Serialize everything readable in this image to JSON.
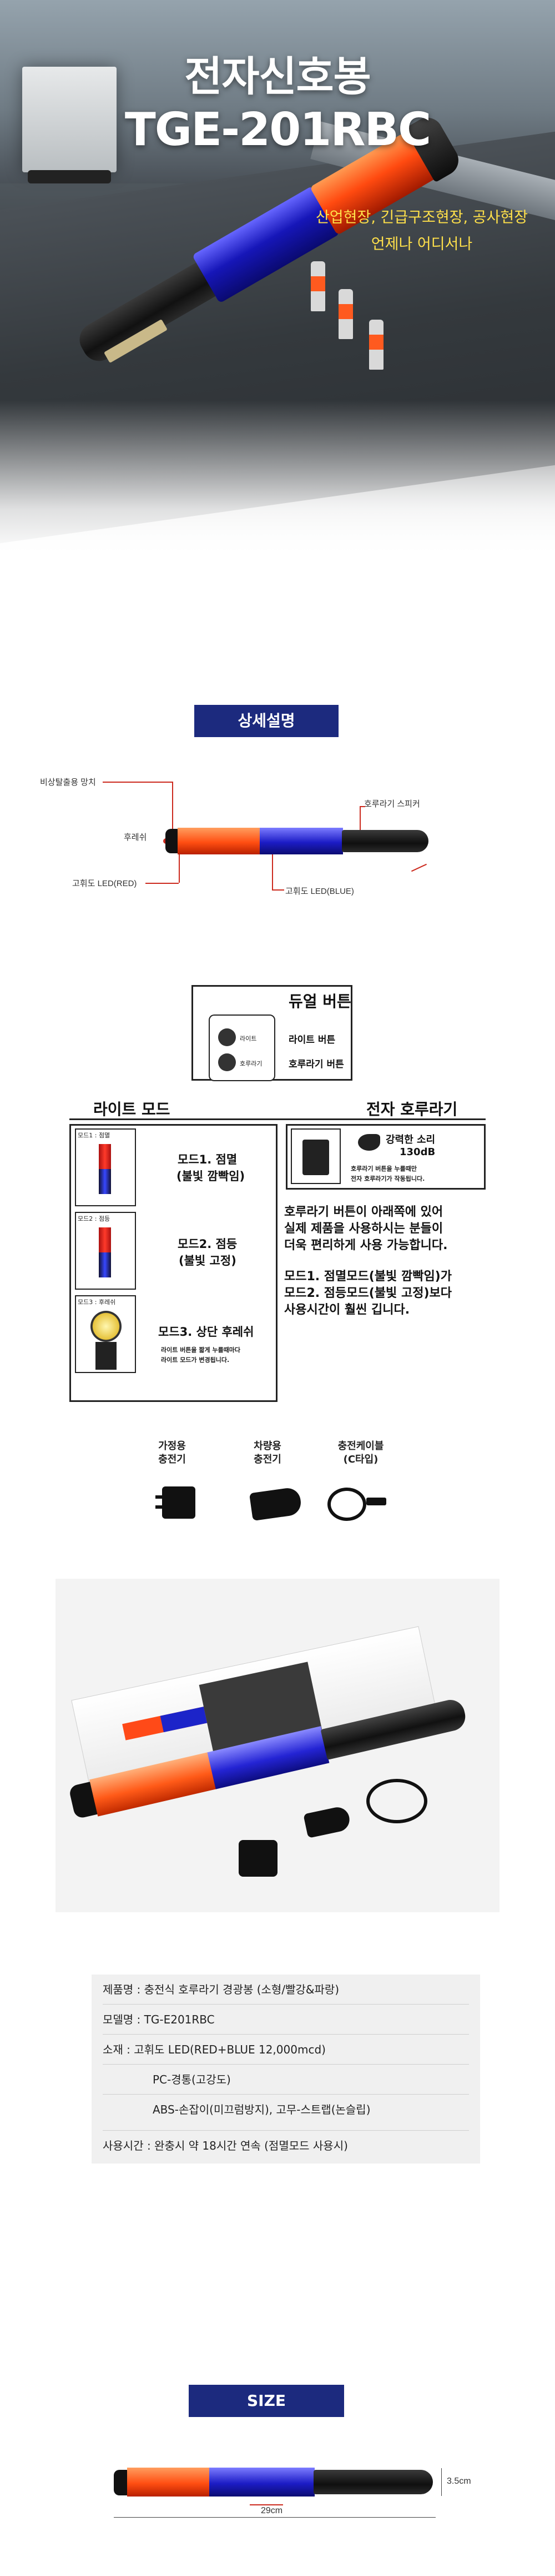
{
  "hero": {
    "title": "전자신호봉",
    "model": "TGE-201RBC",
    "subtitle_line1": "산업현장, 긴급구조현장, 공사현장",
    "subtitle_line2": "언제나 어디서나"
  },
  "section_detail": {
    "label": "상세설명"
  },
  "parts": {
    "emergency_tool": "비상탈출용 망치",
    "flashlight": "후레쉬",
    "led_red": "고휘도 LED(RED)",
    "whistle_speaker": "호루라기 스피커",
    "led_blue": "고휘도 LED(BLUE)"
  },
  "features": {
    "dual_button_title": "듀얼 버튼",
    "light_button_small": "라이트",
    "whistle_button_small": "호루라기",
    "light_button": "라이트 버튼",
    "whistle_button": "호루라기 버튼",
    "light_mode_title": "라이트 모드",
    "whistle_title": "전자 호루라기",
    "mode1_tag": "모드1 : 점멸",
    "mode2_tag": "모드2 : 점등",
    "mode3_tag": "모드3 : 후레쉬",
    "mode1_title": "모드1. 점멸",
    "mode1_desc": "(불빛 깜빡임)",
    "mode2_title": "모드2. 점등",
    "mode2_desc": "(불빛 고정)",
    "mode3_title": "모드3. 상단 후레쉬",
    "mode3_note_line1": "라이트 버튼을 짧게 누를때마다",
    "mode3_note_line2": "라이트 모드가 변경됩니다.",
    "sound_line1": "강력한 소리",
    "sound_line2": "130dB",
    "whistle_note_line1": "호루라기 버튼을 누를때만",
    "whistle_note_line2": "전자 호루라기가 작동됩니다.",
    "desc1_line1": "호루라기 버튼이 아래쪽에 있어",
    "desc1_line2": "실제 제품을 사용하시는 분들이",
    "desc1_line3": "더욱 편리하게 사용 가능합니다.",
    "desc2_line1": "모드1. 점멸모드(불빛 깜빡임)가",
    "desc2_line2": "모드2. 점등모드(불빛 고정)보다",
    "desc2_line3": "사용시간이 훨씬 깁니다."
  },
  "accessories": [
    {
      "line1": "가정용",
      "line2": "충전기"
    },
    {
      "line1": "차량용",
      "line2": "충전기"
    },
    {
      "line1": "충전케이블",
      "line2": "(C타입)"
    }
  ],
  "specs": [
    "제품명 : 충전식 호루라기 경광봉 (소형/빨강&파랑)",
    "모델명 : TG-E201RBC",
    "소재 : 고휘도 LED(RED+BLUE 12,000mcd)",
    "PC-경통(고강도)",
    "ABS-손잡이(미끄럼방지), 고무-스트랩(논슬립)",
    "사용시간 : 완충시 약 18시간 연속 (점멸모드 사용시)"
  ],
  "section_size": {
    "label": "SIZE"
  },
  "size": {
    "height": "3.5cm",
    "length": "29cm"
  },
  "colors": {
    "badge": "#1c2a7e",
    "accent_yellow": "#ffe04a",
    "red_line": "#cc2a1e"
  }
}
